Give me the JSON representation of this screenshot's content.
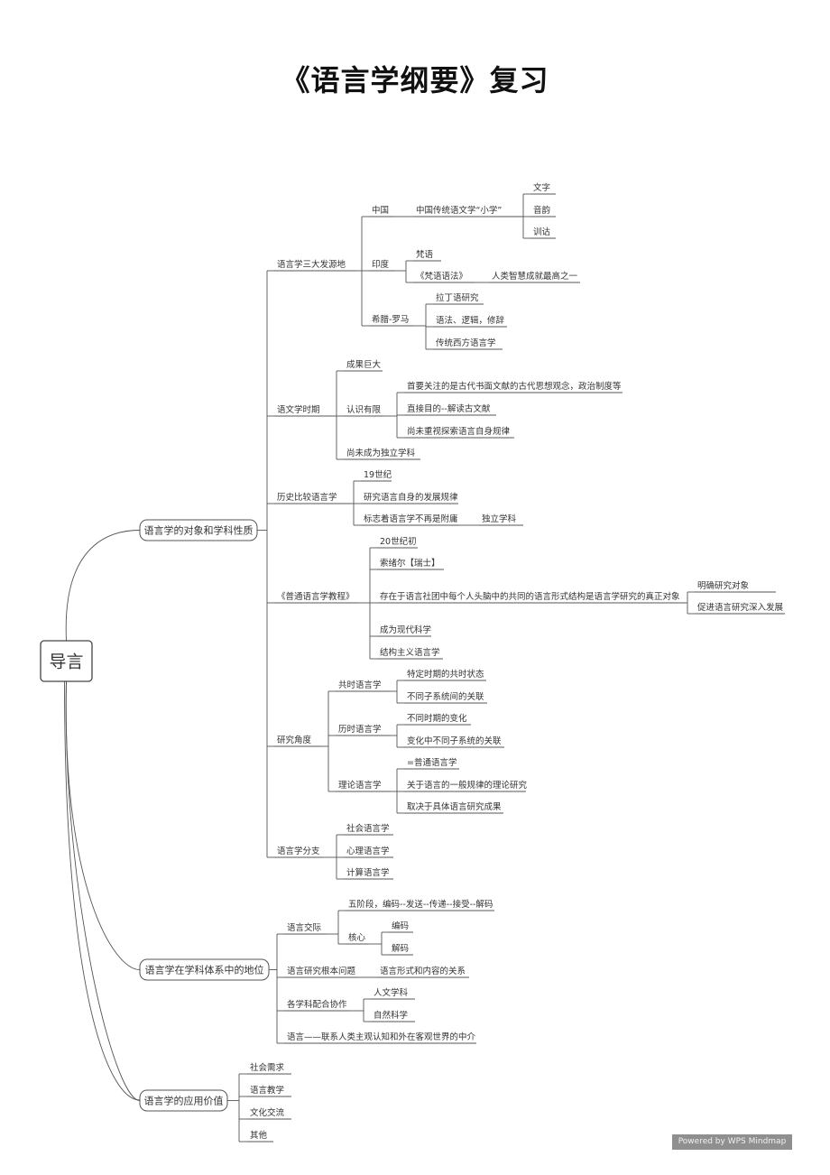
{
  "title": "《语言学纲要》复习",
  "root": "导言",
  "watermark": "Powered by WPS Mindmap",
  "nodes": {
    "b1": "语言学的对象和学科性质",
    "b1_1": "语言学三大发源地",
    "china": "中国",
    "china_1": "中国传统语文学“小学”",
    "wenzi": "文字",
    "yinyun": "音韵",
    "xungu": "训诂",
    "india": "印度",
    "fanyu": "梵语",
    "fanyu_grammar": "《梵语语法》",
    "fanyu_note": "人类智慧成就最高之一",
    "greece": "希腊-罗马",
    "latin": "拉丁语研究",
    "grammar_logic": "语法、逻辑，修辞",
    "western": "传统西方语言学",
    "b1_2": "语文学时期",
    "achieve": "成果巨大",
    "limited": "认识有限",
    "limited_1": "首要关注的是古代书面文献的古代思想观念，政治制度等",
    "limited_2": "直接目的--解读古文献",
    "limited_3": "尚未重视探索语言自身规律",
    "not_independent": "尚未成为独立学科",
    "b1_3": "历史比较语言学",
    "c19": "19世纪",
    "research_self": "研究语言自身的发展规律",
    "mark": "标志着语言学不再是附庸",
    "independent": "独立学科",
    "b1_4": "《普通语言学教程》",
    "c20": "20世纪初",
    "saussure": "索绪尔【瑞士】",
    "exist": "存在于语言社团中每个人头脑中的共同的语言形式结构是语言学研究的真正对象",
    "clear_object": "明确研究对象",
    "promote": "促进语言研究深入发展",
    "modern": "成为现代科学",
    "structural": "结构主义语言学",
    "b1_5": "研究角度",
    "synchronic": "共时语言学",
    "sync_1": "特定时期的共时状态",
    "sync_2": "不同子系统间的关联",
    "diachronic": "历时语言学",
    "dia_1": "不同时期的变化",
    "dia_2": "变化中不同子系统的关联",
    "theory": "理论语言学",
    "th_1": "=普通语言学",
    "th_2": "关于语言的一般规律的理论研究",
    "th_3": "取决于具体语言研究成果",
    "b1_6": "语言学分支",
    "social": "社会语言学",
    "psych": "心理语言学",
    "comp": "计算语言学",
    "b2": "语言学在学科体系中的地位",
    "comm": "语言交际",
    "five_stage": "五阶段，编码--发送--传递--接受--解码",
    "core": "核心",
    "encode": "编码",
    "decode": "解码",
    "fund_q": "语言研究根本问题",
    "form_content": "语言形式和内容的关系",
    "coop": "各学科配合协作",
    "humanities": "人文学科",
    "natural": "自然科学",
    "medium": "语言——联系人类主观认知和外在客观世界的中介",
    "b3": "语言学的应用价值",
    "need": "社会需求",
    "teach": "语言教学",
    "culture": "文化交流",
    "other": "其他"
  }
}
